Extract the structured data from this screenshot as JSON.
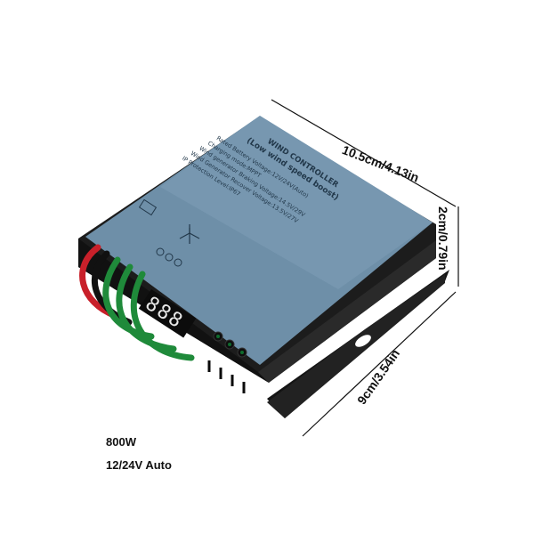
{
  "dimensions": {
    "length": "10.5cm/4.13in",
    "height": "2cm/0.79in",
    "width": "9cm/3.54in"
  },
  "specs": {
    "power": "800W",
    "voltage": "12/24V Auto"
  },
  "panel": {
    "title": "WIND CONTROLLER",
    "subtitle": "(Low wind speed boost)",
    "lines": [
      "Rated Battery Voltage:12V/24V(Auto)",
      "Charging mode:MPPT",
      "Wind generator Braking Voltage:14.5V/29V",
      "Wind Generator Recover Voltage:13.5V/27V",
      "IP Protection Level:IP67"
    ],
    "display_digits": "888"
  },
  "colors": {
    "panel": "#6e8fa8",
    "body": "#1c1c1c",
    "wire_green": "#1f8a3a",
    "wire_red": "#c8202a"
  }
}
